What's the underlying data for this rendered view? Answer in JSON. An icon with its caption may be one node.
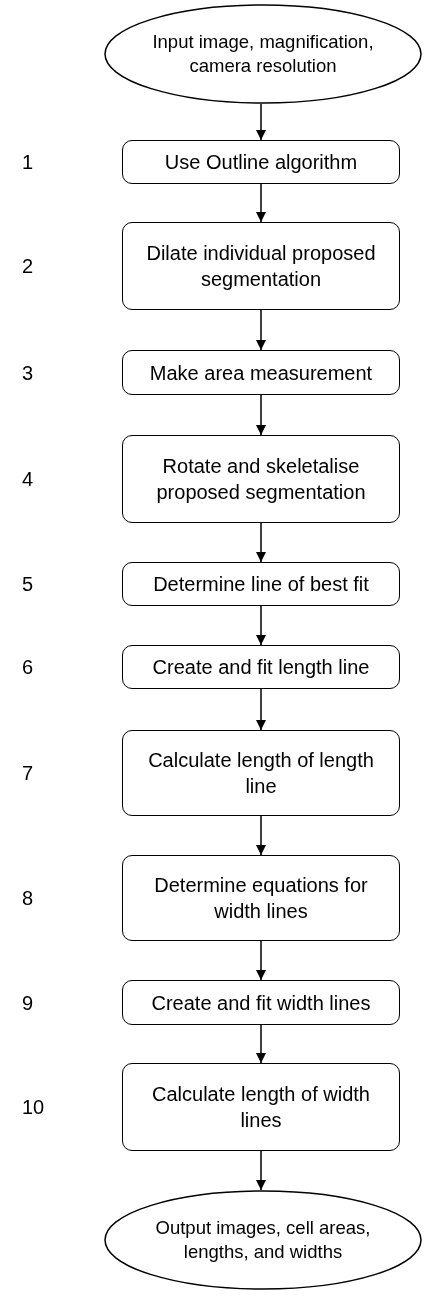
{
  "diagram": {
    "nodes": [
      {
        "text": [
          "Input image, magnification, camera resolution"
        ]
      },
      {
        "text": [
          "Use Outline algorithm"
        ]
      },
      {
        "text": [
          "Dilate individual proposed segmentation"
        ]
      },
      {
        "text": [
          "Make area measurement"
        ]
      },
      {
        "text": [
          "Rotate and skeletalise proposed segmentation"
        ]
      },
      {
        "text": [
          "Determine line of best fit"
        ]
      },
      {
        "text": [
          "Create and fit length line"
        ]
      },
      {
        "text": [
          "Calculate length of length line"
        ]
      },
      {
        "text": [
          "Determine equations for width lines"
        ]
      },
      {
        "text": [
          "Create and fit width lines"
        ]
      },
      {
        "text": [
          "Calculate length of width lines"
        ]
      },
      {
        "text": [
          "Output images, cell areas, lengths, and widths"
        ]
      }
    ],
    "edges": [
      {
        "from": 0,
        "to": 1,
        "arrow": "to"
      },
      {
        "from": 1,
        "to": 2,
        "arrow": "to"
      },
      {
        "from": 2,
        "to": 3,
        "arrow": "to"
      },
      {
        "from": 3,
        "to": 4,
        "arrow": "to"
      },
      {
        "from": 4,
        "to": 5,
        "arrow": "to"
      },
      {
        "from": 5,
        "to": 6,
        "arrow": "to"
      },
      {
        "from": 6,
        "to": 7,
        "arrow": "to"
      },
      {
        "from": 7,
        "to": 8,
        "arrow": "to"
      },
      {
        "from": 8,
        "to": 9,
        "arrow": "to"
      },
      {
        "from": 9,
        "to": 10,
        "arrow": "to"
      },
      {
        "from": 10,
        "to": 11,
        "arrow": "to"
      }
    ],
    "labels": [
      "1",
      "2",
      "3",
      "4",
      "5",
      "6",
      "7",
      "8",
      "9",
      "10"
    ]
  }
}
